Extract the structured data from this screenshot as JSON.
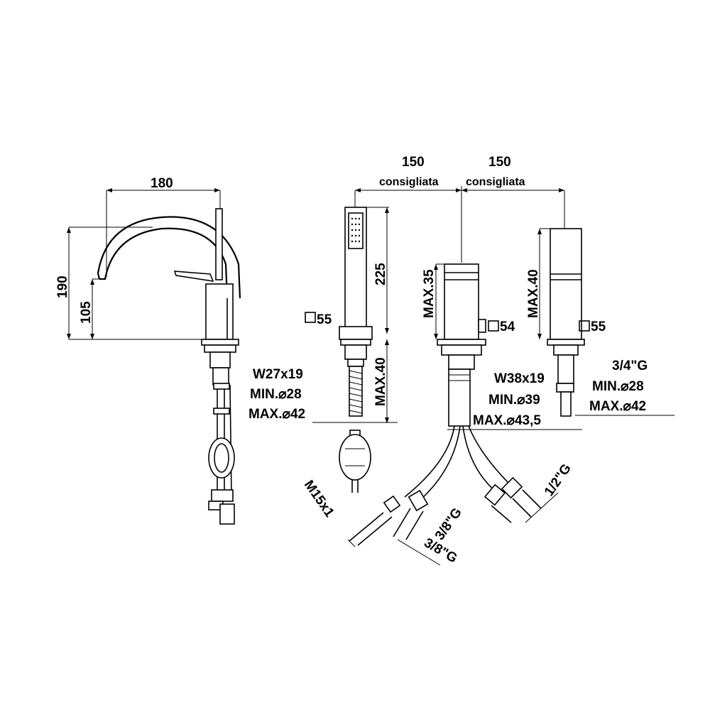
{
  "dimensions": {
    "spout_reach": "180",
    "total_height": "190",
    "spout_height": "105",
    "handshower_length": "225",
    "deck_max_left": "MAX.40",
    "square_left": "55",
    "spacing_left": "150",
    "spacing_right": "150",
    "recommended_left": "consigliata",
    "recommended_right": "consigliata",
    "center_max": "MAX.35",
    "square_center": "54",
    "right_max": "MAX.40",
    "square_right": "55"
  },
  "specs_left": {
    "line1": "W27x19",
    "line2": "MIN.⌀28",
    "line3": "MAX.⌀42"
  },
  "specs_center": {
    "line1": "W38x19",
    "line2": "MIN.⌀39",
    "line3": "MAX.⌀43,5"
  },
  "specs_right": {
    "line1": "3/4\"G",
    "line2": "MIN.⌀28",
    "line3": "MAX.⌀42"
  },
  "connections": {
    "hose": "M15x1",
    "inlet_a": "3/8\"G",
    "inlet_b": "3/8\"G",
    "inlet_c": "1/2\"G"
  }
}
